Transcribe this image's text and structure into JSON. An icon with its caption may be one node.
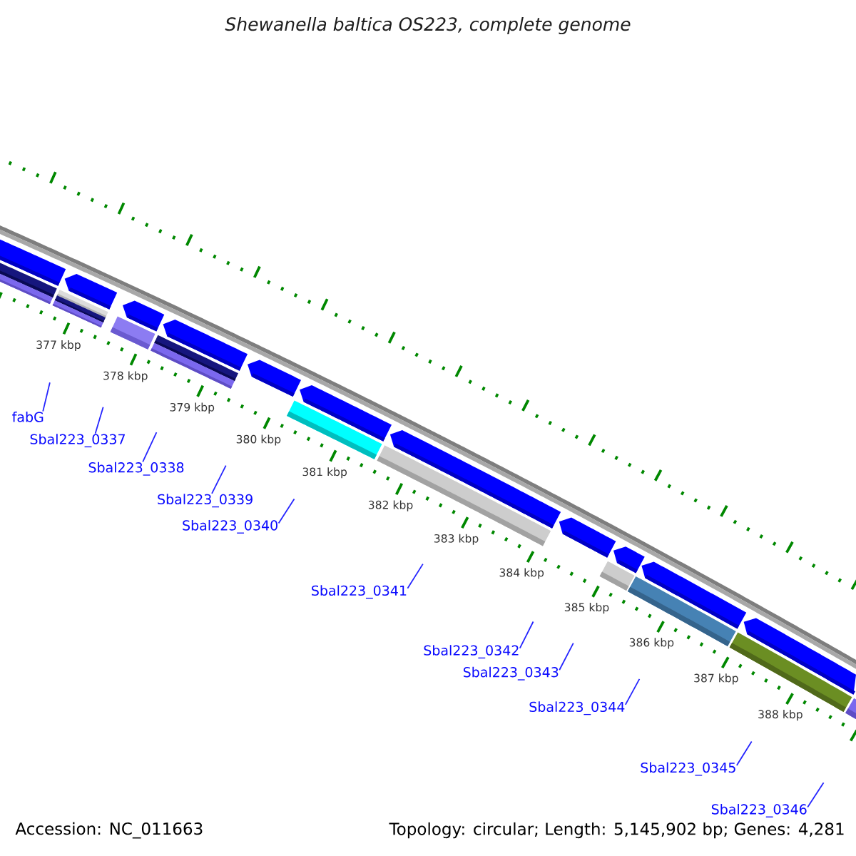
{
  "diagram": {
    "title": "Shewanella baltica OS223, complete genome",
    "nodes": [
      {
        "text": [
          "fabG"
        ]
      },
      {
        "text": [
          "Sbal223_0337"
        ]
      },
      {
        "text": [
          "Sbal223_0338"
        ]
      },
      {
        "text": [
          "Sbal223_0339"
        ]
      },
      {
        "text": [
          "Sbal223_0340"
        ]
      },
      {
        "text": [
          "Sbal223_0341"
        ]
      },
      {
        "text": [
          "Sbal223_0342"
        ]
      },
      {
        "text": [
          "Sbal223_0343"
        ]
      },
      {
        "text": [
          "Sbal223_0344"
        ]
      },
      {
        "text": [
          "Sbal223_0345"
        ]
      },
      {
        "text": [
          "Sbal223_0346"
        ]
      }
    ],
    "edges": [
      {
        "from": 0,
        "to": null,
        "arrow": "none"
      },
      {
        "from": 1,
        "to": null,
        "arrow": "none"
      },
      {
        "from": 2,
        "to": null,
        "arrow": "none"
      },
      {
        "from": 3,
        "to": null,
        "arrow": "none"
      },
      {
        "from": 4,
        "to": null,
        "arrow": "none"
      },
      {
        "from": 5,
        "to": null,
        "arrow": "none"
      },
      {
        "from": 6,
        "to": null,
        "arrow": "none"
      },
      {
        "from": 7,
        "to": null,
        "arrow": "none"
      },
      {
        "from": 8,
        "to": null,
        "arrow": "none"
      },
      {
        "from": 9,
        "to": null,
        "arrow": "none"
      },
      {
        "from": 10,
        "to": null,
        "arrow": "none"
      }
    ],
    "labels": [
      "377 kbp",
      "378 kbp",
      "379 kbp",
      "380 kbp",
      "381 kbp",
      "382 kbp",
      "383 kbp",
      "384 kbp",
      "385 kbp",
      "386 kbp",
      "387 kbp",
      "388 kbp",
      "Accession: NC_011663",
      "Topology: circular; Length: 5,145,902 bp; Genes: 4,281"
    ]
  }
}
